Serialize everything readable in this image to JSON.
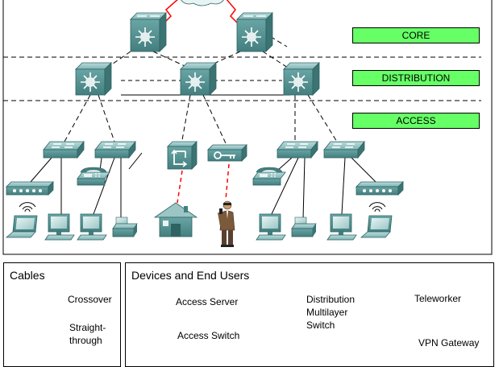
{
  "layers": {
    "core": "CORE",
    "distribution": "DISTRIBUTION",
    "access": "ACCESS"
  },
  "legend": {
    "cables": {
      "title": "Cables",
      "crossover": "Crossover",
      "straight_through": "Straight-\nthrough"
    },
    "devices": {
      "title": "Devices and End Users",
      "access_server": "Access Server",
      "access_switch": "Access Switch",
      "distribution_multilayer_switch": "Distribution\nMultilayer\nSwitch",
      "teleworker": "Teleworker",
      "vpn_gateway": "VPN Gateway"
    }
  },
  "colors": {
    "device_teal": "#5f9a9a",
    "layer_green": "#66ff66",
    "wan_link": "#ff0000"
  }
}
